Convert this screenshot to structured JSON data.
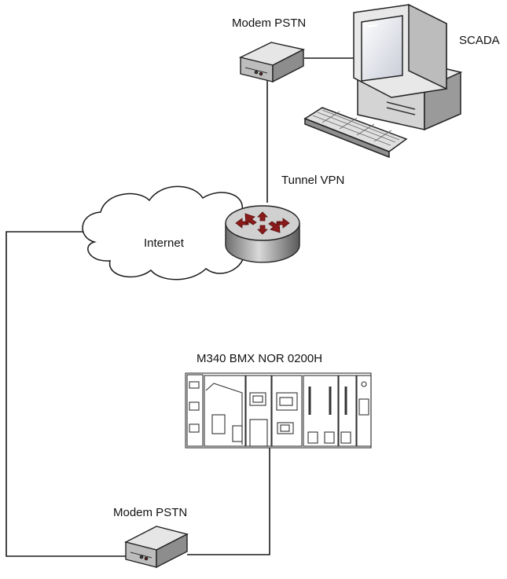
{
  "diagram": {
    "modem_top_label": "Modem PSTN",
    "scada_label": "SCADA",
    "tunnel_label": "Tunnel VPN",
    "internet_label": "Internet",
    "plc_label": "M340 BMX NOR 0200H",
    "modem_bottom_label": "Modem PSTN"
  },
  "colors": {
    "line": "#1a1a1a",
    "router_top": "#c7c7c7",
    "router_arrow": "#8b1a1a",
    "cloud_fill": "#ffffff"
  },
  "icons": [
    "modem-icon",
    "computer-icon",
    "router-icon",
    "cloud-icon",
    "plc-rack-icon"
  ]
}
